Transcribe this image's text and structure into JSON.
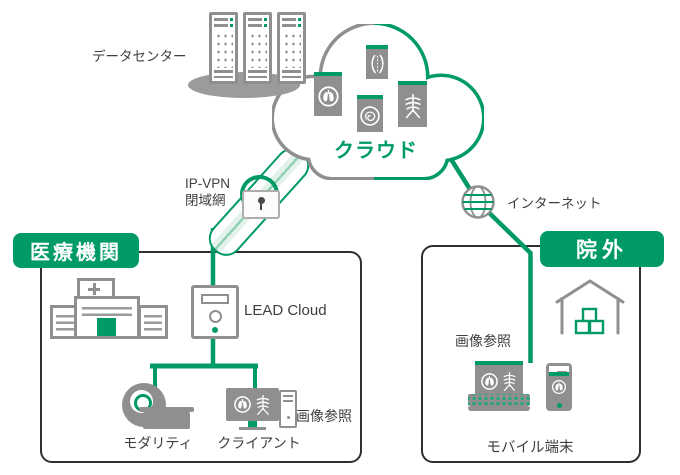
{
  "colors": {
    "green": "#009A66",
    "icon_gray": "#8F8F8F",
    "shadow_gray": "#9B9B9B",
    "text_dark": "#3F3F3F",
    "border_dark": "#2F2F2F"
  },
  "datacenter": {
    "label": "データセンター"
  },
  "cloud": {
    "label": "クラウド",
    "thumbnails": [
      "lungs-xray",
      "pelvis-xray",
      "brain-scan",
      "chest-xray"
    ]
  },
  "vpn": {
    "line1": "IP-VPN",
    "line2": "閉域網"
  },
  "internet": {
    "label": "インターネット"
  },
  "hospital_box": {
    "title": "医療機関",
    "server_label": "LEAD Cloud",
    "modality_label": "モダリティ",
    "client_label": "クライアント",
    "image_ref_label": "画像参照"
  },
  "outside_box": {
    "title": "院外",
    "image_ref_label": "画像参照",
    "mobile_label": "モバイル端末"
  }
}
